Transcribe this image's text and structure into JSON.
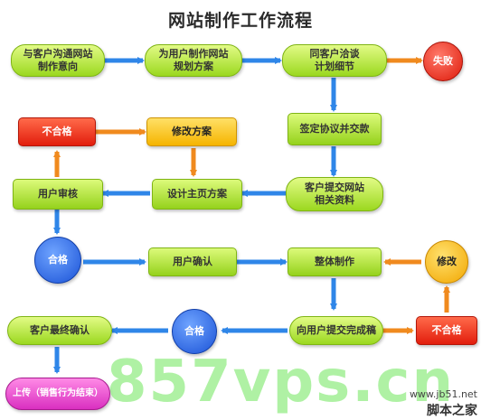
{
  "title": "网站制作工作流程",
  "colors": {
    "arrow_blue": "#2f86e8",
    "arrow_orange": "#f08a1e",
    "node_green": "#a6dc2a",
    "node_red": "#e8301a",
    "node_orange": "#f5b400",
    "node_blue": "#1f5fe0",
    "node_pink": "#e040c8"
  },
  "nodes": {
    "n1": "与客户沟通网站\n制作意向",
    "n2": "为用户制作网站\n规划方案",
    "n3": "同客户洽谈\n计划细节",
    "n4": "失败",
    "n5": "不合格",
    "n6": "修改方案",
    "n7": "签定协议并交款",
    "n8": "用户审核",
    "n9": "设计主页方案",
    "n10": "客户提交网站\n相关资料",
    "n11": "合格",
    "n12": "用户确认",
    "n13": "整体制作",
    "n14": "修改",
    "n15": "客户最终确认",
    "n16": "合格",
    "n17": "向用户提交完成稿",
    "n18": "不合格",
    "n19": "上传（销售行为结束）"
  },
  "watermark": {
    "big": "857vps.cn",
    "small": "www.jb51.net",
    "site": "脚本之家"
  }
}
